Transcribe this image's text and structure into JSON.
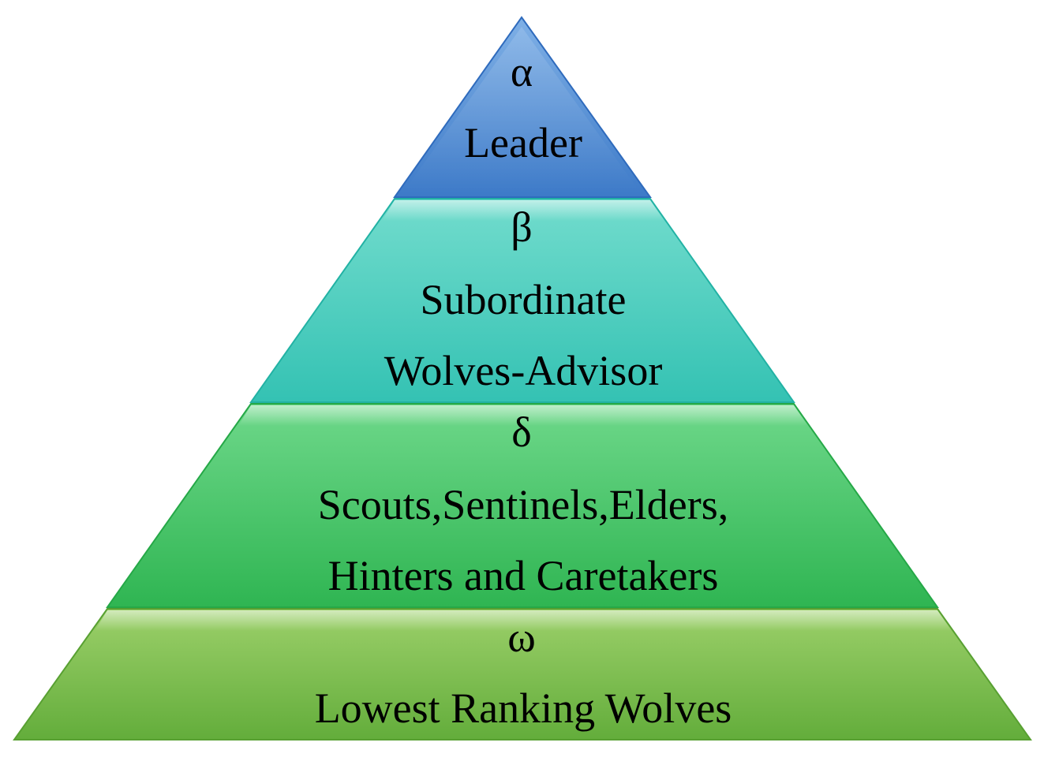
{
  "pyramid": {
    "tiers": [
      {
        "symbol": "α",
        "lines": [
          "Leader"
        ],
        "color_light": "#7fb0e6",
        "color_dark": "#3d7ac8",
        "edge": "#2f6bbd"
      },
      {
        "symbol": "β",
        "lines": [
          "Subordinate",
          "Wolves-Advisor"
        ],
        "color_light": "#72dccd",
        "color_dark": "#34c2b3",
        "edge": "#22b2a4"
      },
      {
        "symbol": "δ",
        "lines": [
          "Scouts,Sentinels,Elders,",
          "Hinters and Caretakers"
        ],
        "color_light": "#6ed88a",
        "color_dark": "#2fb552",
        "edge": "#25a847"
      },
      {
        "symbol": "ω",
        "lines": [
          "Lowest Ranking Wolves"
        ],
        "color_light": "#9cd06a",
        "color_dark": "#63ad3b",
        "edge": "#58a032"
      }
    ]
  }
}
